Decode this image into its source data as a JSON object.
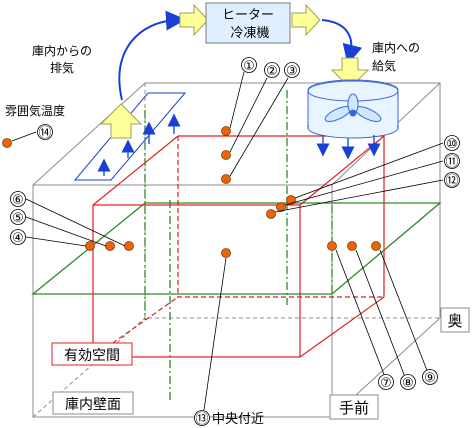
{
  "labels": {
    "heater": "ヒーター",
    "cooler": "冷凍機",
    "exhaust_1": "庫内からの",
    "exhaust_2": "排気",
    "supply_1": "庫内への",
    "supply_2": "給気",
    "ambient": "雰囲気温度",
    "effective_space": "有効空間",
    "chamber_wall": "庫内壁面",
    "back": "奥",
    "front": "手前",
    "center": "中央付近"
  },
  "markers": {
    "m1": "①",
    "m2": "②",
    "m3": "③",
    "m4": "④",
    "m5": "⑤",
    "m6": "⑥",
    "m7": "⑦",
    "m8": "⑧",
    "m9": "⑨",
    "m10": "⑩",
    "m11": "⑪",
    "m12": "⑫",
    "m13": "⑬",
    "m14": "⑭"
  },
  "colors": {
    "outer_box": "#8c8c8c",
    "effective_box": "#e02020",
    "mid_plane": "#2b8a2b",
    "air_flow": "#1a3fd6",
    "sensor_dot": "#e8650c",
    "arrow_fill": "#ffff99",
    "arrow_stroke": "#a0a060",
    "heater_box": "#dfefff"
  }
}
